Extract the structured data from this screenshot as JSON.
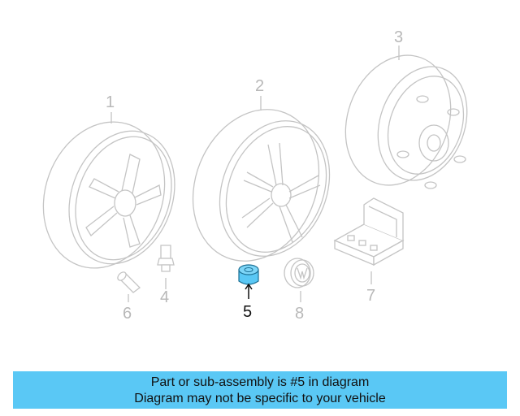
{
  "callouts": [
    {
      "id": "1",
      "label": "1",
      "active": false
    },
    {
      "id": "2",
      "label": "2",
      "active": false
    },
    {
      "id": "3",
      "label": "3",
      "active": false
    },
    {
      "id": "4",
      "label": "4",
      "active": false
    },
    {
      "id": "5",
      "label": "5",
      "active": true
    },
    {
      "id": "6",
      "label": "6",
      "active": false
    },
    {
      "id": "7",
      "label": "7",
      "active": false
    },
    {
      "id": "8",
      "label": "8",
      "active": false
    }
  ],
  "colors": {
    "highlight": "#5ac8f5",
    "line": "#c4c4c4",
    "active_text": "#111111"
  },
  "banner": {
    "line1": "Part or sub-assembly is #5 in diagram",
    "line2": "Diagram may not be specific to your vehicle"
  }
}
